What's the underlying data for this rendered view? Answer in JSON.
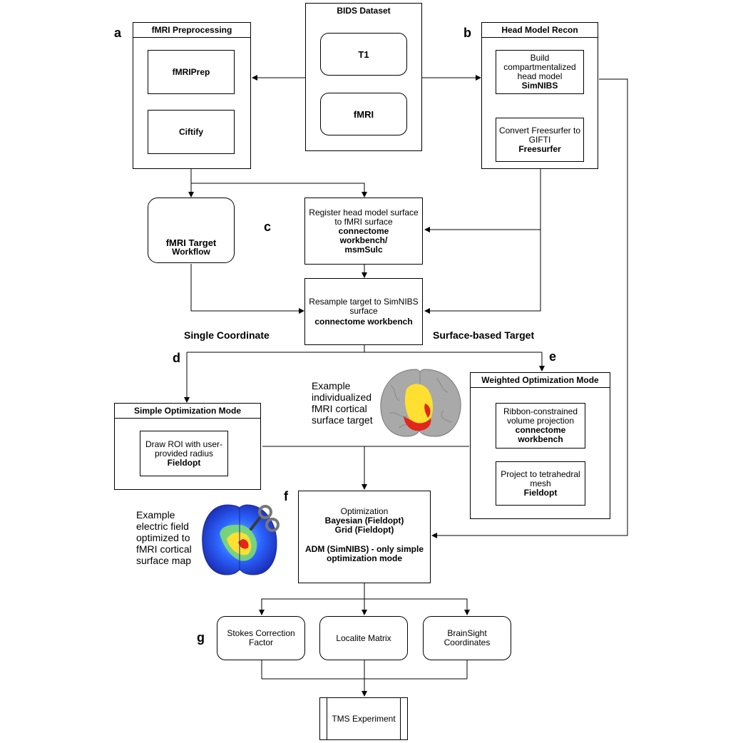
{
  "letters": {
    "a": "a",
    "b": "b",
    "c": "c",
    "d": "d",
    "e": "e",
    "f": "f",
    "g": "g"
  },
  "bids": {
    "title": "BIDS Dataset",
    "t1": "T1",
    "fmri": "fMRI"
  },
  "fmri_pre": {
    "title": "fMRI Preprocessing",
    "fmriprep": "fMRIPrep",
    "ciftify": "Ciftify"
  },
  "head_model": {
    "title": "Head Model Recon",
    "build_l1": "Build",
    "build_l2": "compartmentalized",
    "build_l3": "head model",
    "build_tool": "SimNIBS",
    "conv_l1": "Convert Freesurfer to",
    "conv_l2": "GIFTI",
    "conv_tool": "Freesurfer"
  },
  "fmri_target": {
    "icon": "gear-icon",
    "l1": "fMRI Target",
    "l2": "Workflow"
  },
  "register": {
    "l1": "Register head model surface",
    "l2": "to fMRI surface",
    "t1": "connectome",
    "t2": "workbench/",
    "t3": "msmSulc"
  },
  "resample": {
    "l1": "Resample target to SimNIBS",
    "l2": "surface",
    "t1": "connectome workbench"
  },
  "labels": {
    "single": "Single Coordinate",
    "surface": "Surface-based Target"
  },
  "simple": {
    "title": "Simple Optimization Mode",
    "l1": "Draw ROI with user-",
    "l2": "provided radius",
    "tool": "Fieldopt"
  },
  "weighted": {
    "title": "Weighted Optimization Mode",
    "r_l1": "Ribbon-constrained",
    "r_l2": "volume projection",
    "r_t1": "connectome",
    "r_t2": "workbench",
    "p_l1": "Project to tetrahedral",
    "p_l2": "mesh",
    "p_tool": "Fieldopt"
  },
  "example_target": {
    "l1": "Example",
    "l2": "individualized",
    "l3": "fMRI cortical",
    "l4": "surface target"
  },
  "example_field": {
    "l1": "Example",
    "l2": "electric field",
    "l3": "optimized to",
    "l4": "fMRI cortical",
    "l5": "surface map"
  },
  "optimization": {
    "title": "Optimization",
    "m1": "Bayesian (Fieldopt)",
    "m2": "Grid (Fieldopt)",
    "m3": "ADM (SimNIBS) - only simple",
    "m4": "optimization mode"
  },
  "outputs": {
    "stokes_l1": "Stokes Correction",
    "stokes_l2": "Factor",
    "localite": "Localite Matrix",
    "brainsight_l1": "BrainSight",
    "brainsight_l2": "Coordinates"
  },
  "tms": {
    "label": "TMS Experiment"
  },
  "colors": {
    "brain_gray": "#a9a9a9",
    "brain_blue": "#2a5cff",
    "target_yellow": "#ffe030",
    "target_red": "#e3261b",
    "gear": "#f2a11d"
  }
}
